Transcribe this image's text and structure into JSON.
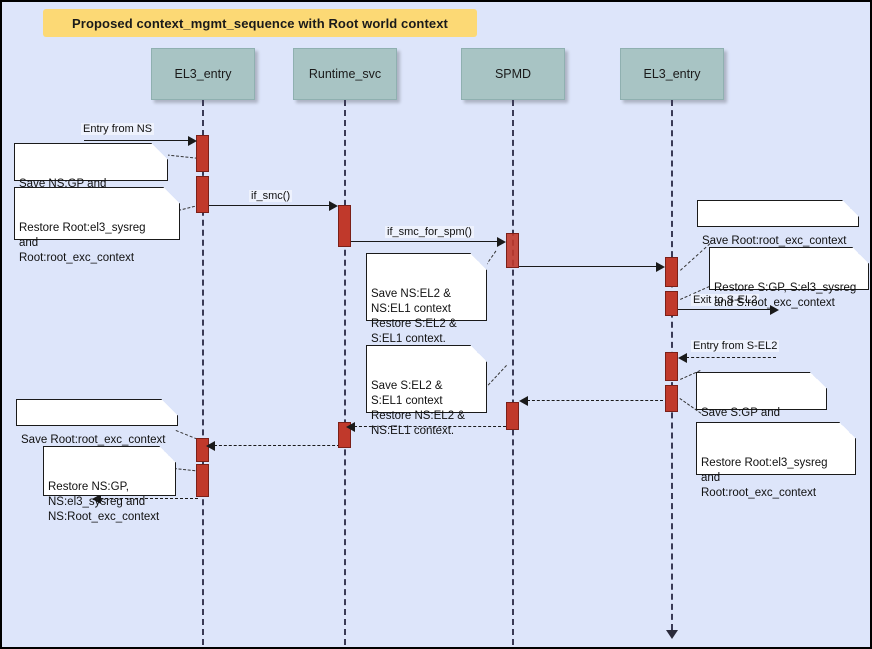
{
  "diagram": {
    "title": "Proposed context_mgmt_sequence with Root world context",
    "type": "sequence-diagram",
    "background_color": "#dde5fa",
    "title_banner_color": "#fcd975",
    "participant_color": "#a8c4c4",
    "activation_color": "#c0392b"
  },
  "participants": [
    {
      "id": "el3_entry_left",
      "label": "EL3_entry"
    },
    {
      "id": "runtime_svc",
      "label": "Runtime_svc"
    },
    {
      "id": "spmd",
      "label": "SPMD"
    },
    {
      "id": "el3_entry_right",
      "label": "EL3_entry"
    }
  ],
  "messages": [
    {
      "id": "m1",
      "label": "Entry from NS",
      "from": "external-left",
      "to": "el3_entry_left",
      "style": "solid"
    },
    {
      "id": "m2",
      "label": "if_smc()",
      "from": "el3_entry_left",
      "to": "runtime_svc",
      "style": "solid"
    },
    {
      "id": "m3",
      "label": "if_smc_for_spm()",
      "from": "runtime_svc",
      "to": "spmd",
      "style": "solid"
    },
    {
      "id": "m4",
      "label": "",
      "from": "spmd",
      "to": "el3_entry_right",
      "style": "solid"
    },
    {
      "id": "m5",
      "label": "Exit to S-EL2",
      "from": "el3_entry_right",
      "to": "external-right",
      "style": "solid"
    },
    {
      "id": "m6",
      "label": "Entry from S-EL2",
      "from": "external-right",
      "to": "el3_entry_right",
      "style": "dashed"
    },
    {
      "id": "m7",
      "label": "",
      "from": "el3_entry_right",
      "to": "spmd",
      "style": "dashed"
    },
    {
      "id": "m8",
      "label": "",
      "from": "spmd",
      "to": "runtime_svc",
      "style": "dashed"
    },
    {
      "id": "m9",
      "label": "",
      "from": "runtime_svc",
      "to": "el3_entry_left",
      "style": "dashed"
    },
    {
      "id": "m10",
      "label": "",
      "from": "el3_entry_left",
      "to": "external-left",
      "style": "dashed"
    }
  ],
  "notes": [
    {
      "id": "n1",
      "text": "Save NS:GP and\nNS:Root_exc_context"
    },
    {
      "id": "n2",
      "text": "Restore Root:el3_sysreg\nand\nRoot:root_exc_context"
    },
    {
      "id": "n3",
      "text": "Save NS:EL2 &\nNS:EL1 context\nRestore S:EL2 &\nS:EL1 context."
    },
    {
      "id": "n4",
      "text": "Save Root:root_exc_context"
    },
    {
      "id": "n5",
      "text": "Restore S:GP, S:el3_sysreg\nand S:root_exc_context"
    },
    {
      "id": "n6",
      "text": "Save S:EL2 &\nS:EL1 context\nRestore NS:EL2 &\nNS:EL1 context."
    },
    {
      "id": "n7",
      "text": "Save S:GP and\nS:root_exc_context"
    },
    {
      "id": "n8",
      "text": "Restore Root:el3_sysreg\nand\nRoot:root_exc_context"
    },
    {
      "id": "n9",
      "text": "Save Root:root_exc_context"
    },
    {
      "id": "n10",
      "text": "Restore NS:GP,\nNS:el3_sysreg and\nNS:Root_exc_context"
    }
  ]
}
